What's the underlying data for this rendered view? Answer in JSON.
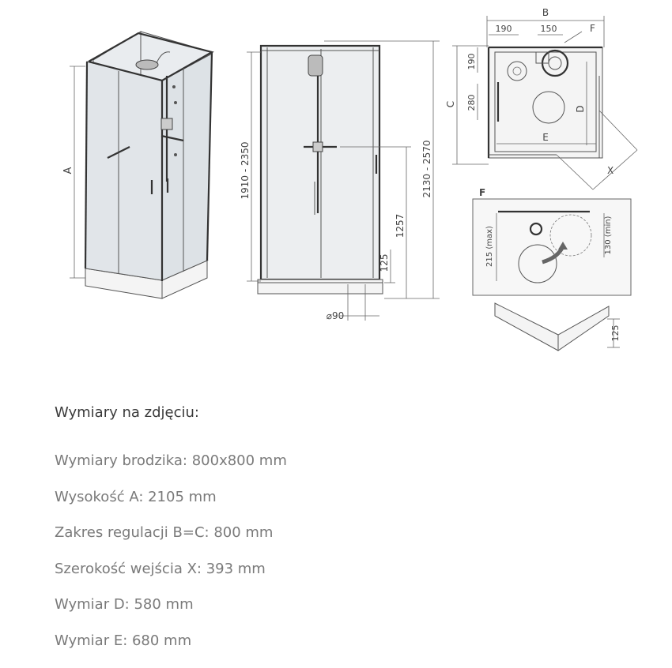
{
  "drawing": {
    "labels": {
      "a": "A",
      "b": "B",
      "c": "C",
      "d": "D",
      "e": "E",
      "f": "F",
      "x": "X",
      "f_detail": "F",
      "height_range": "1910 - 2350",
      "total_range": "2130 - 2570",
      "shower_height": "1257",
      "tray_height": "125",
      "drain": "⌀90",
      "top_190": "190",
      "top_150": "150",
      "side_190": "190",
      "side_280": "280",
      "detail_215": "215 (max)",
      "detail_130": "130 (min)",
      "tray_side_125": "125"
    }
  },
  "specs": {
    "title": "Wymiary na zdjęciu:",
    "lines": [
      "Wymiary brodzika: 800x800 mm",
      "Wysokość A: 2105 mm",
      "Zakres regulacji B=C: 800 mm",
      "Szerokość wejścia X: 393 mm",
      "Wymiar D: 580 mm",
      "Wymiar E: 680 mm"
    ]
  }
}
